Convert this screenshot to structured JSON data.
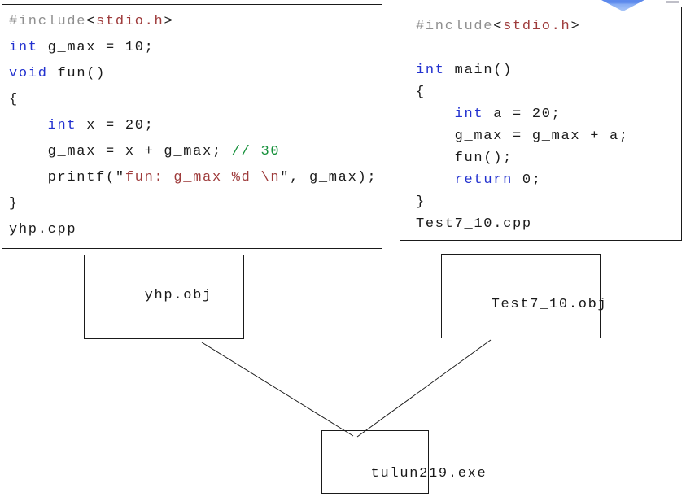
{
  "colors": {
    "keyword": "#2231cf",
    "string": "#9e3b3b",
    "comment": "#15903a",
    "gray": "#8f8f8f",
    "text": "#1a1a1a",
    "border": "#1a1a1a",
    "connector": "#1a1a1a",
    "watermark_dark": "#5c89ec",
    "watermark_light": "#86acf4"
  },
  "source_left": {
    "filename": "yhp.cpp",
    "lines": [
      [
        {
          "t": "#include",
          "c": "gray"
        },
        {
          "t": "<",
          "c": "text"
        },
        {
          "t": "stdio.h",
          "c": "string"
        },
        {
          "t": ">",
          "c": "text"
        }
      ],
      [
        {
          "t": "int",
          "c": "keyword"
        },
        {
          "t": " g_max = 10;",
          "c": "text"
        }
      ],
      [
        {
          "t": "void",
          "c": "keyword"
        },
        {
          "t": " fun()",
          "c": "text"
        }
      ],
      [
        {
          "t": "{",
          "c": "text"
        }
      ],
      [
        {
          "t": "    ",
          "c": "text"
        },
        {
          "t": "int",
          "c": "keyword"
        },
        {
          "t": " x = 20;",
          "c": "text"
        }
      ],
      [
        {
          "t": "    g_max = x + g_max; ",
          "c": "text"
        },
        {
          "t": "// 30",
          "c": "comment"
        }
      ],
      [
        {
          "t": "    printf(\"",
          "c": "text"
        },
        {
          "t": "fun: g_max %d \\n",
          "c": "string"
        },
        {
          "t": "\", g_max);",
          "c": "text"
        }
      ],
      [
        {
          "t": "}",
          "c": "text"
        }
      ],
      [
        {
          "t": "yhp.cpp",
          "c": "text"
        }
      ]
    ]
  },
  "source_right": {
    "filename": "Test7_10.cpp",
    "lines": [
      [
        {
          "t": "#include",
          "c": "gray"
        },
        {
          "t": "<",
          "c": "text"
        },
        {
          "t": "stdio.h",
          "c": "string"
        },
        {
          "t": ">",
          "c": "text"
        }
      ],
      [],
      [
        {
          "t": "int",
          "c": "keyword"
        },
        {
          "t": " main()",
          "c": "text"
        }
      ],
      [
        {
          "t": "{",
          "c": "text"
        }
      ],
      [
        {
          "t": "    ",
          "c": "text"
        },
        {
          "t": "int",
          "c": "keyword"
        },
        {
          "t": " a = 20;",
          "c": "text"
        }
      ],
      [
        {
          "t": "    g_max = g_max + a;",
          "c": "text"
        }
      ],
      [
        {
          "t": "    fun();",
          "c": "text"
        }
      ],
      [
        {
          "t": "    ",
          "c": "text"
        },
        {
          "t": "return",
          "c": "keyword"
        },
        {
          "t": " 0;",
          "c": "text"
        }
      ],
      [
        {
          "t": "}",
          "c": "text"
        }
      ],
      [
        {
          "t": "Test7_10.cpp",
          "c": "text"
        }
      ]
    ]
  },
  "object_files": {
    "left_label": "yhp.obj",
    "right_label": "Test7_10.obj"
  },
  "executable": {
    "label": "tulun219.exe"
  }
}
